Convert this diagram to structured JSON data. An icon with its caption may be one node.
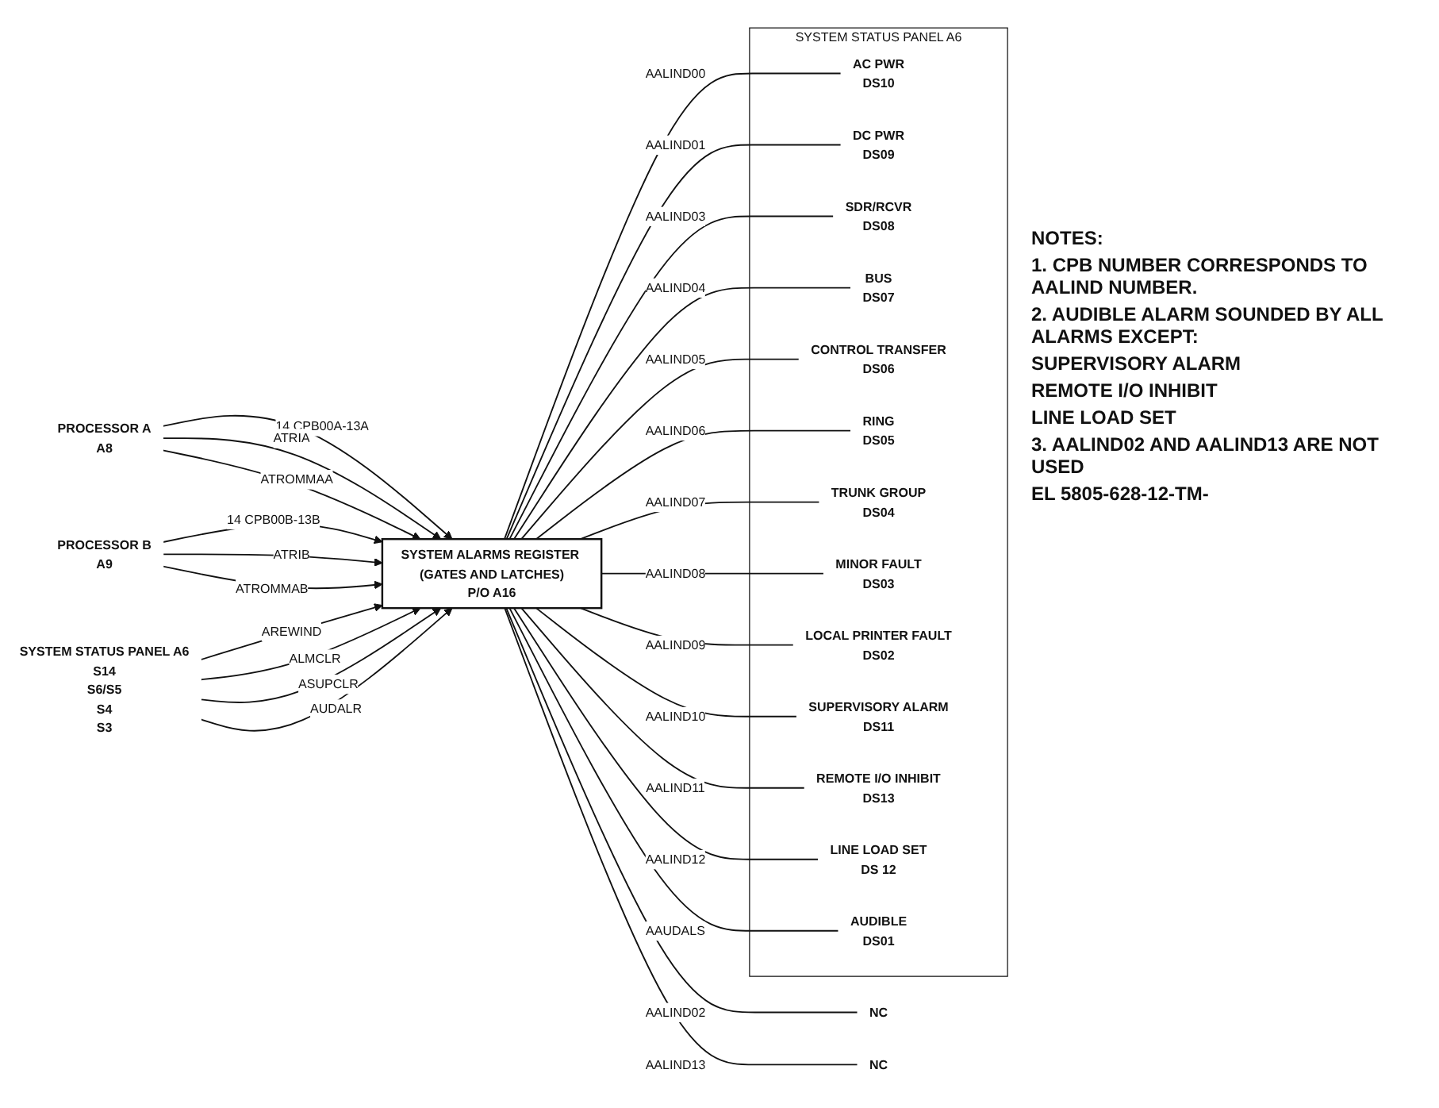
{
  "diagram": {
    "nodes": [
      {
        "text": [
          "PROCESSOR A",
          "A8"
        ]
      },
      {
        "text": [
          "PROCESSOR B",
          "A9"
        ]
      },
      {
        "text": [
          "SYSTEM STATUS PANEL A6",
          "S14",
          "S6/S5",
          "S4",
          "S3"
        ]
      },
      {
        "text": [
          "SYSTEM ALARMS REGISTER (GATES AND LATCHES)",
          "P/O A16"
        ]
      },
      {
        "text": [
          "SYSTEM STATUS PANEL A6"
        ]
      },
      {
        "text": [
          "AC PWR",
          "DS10"
        ],
        "in": 4
      },
      {
        "text": [
          "DC PWR",
          "DS09"
        ],
        "in": 4
      },
      {
        "text": [
          "NC"
        ]
      },
      {
        "text": [
          "SDR/RCVR",
          "DS08"
        ],
        "in": 4
      },
      {
        "text": [
          "BUS",
          "DS07"
        ],
        "in": 4
      },
      {
        "text": [
          "CONTROL TRANSFER",
          "DS06"
        ],
        "in": 4
      },
      {
        "text": [
          "RING",
          "DS05"
        ],
        "in": 4
      },
      {
        "text": [
          "TRUNK GROUP",
          "DS04"
        ],
        "in": 4
      },
      {
        "text": [
          "MINOR FAULT",
          "DS03"
        ],
        "in": 4
      },
      {
        "text": [
          "LOCAL PRINTER FAULT",
          "DS02"
        ],
        "in": 4
      },
      {
        "text": [
          "SUPERVISORY ALARM",
          "DS11"
        ],
        "in": 4
      },
      {
        "text": [
          "REMOTE I/O INHIBIT",
          "DS13"
        ],
        "in": 4
      },
      {
        "text": [
          "LINE LOAD SET",
          "DS 12"
        ],
        "in": 4
      },
      {
        "text": [
          "NC"
        ]
      },
      {
        "text": [
          "AUDIBLE",
          "DS01"
        ],
        "in": 4
      }
    ],
    "edges": [
      {
        "from": 0,
        "to": 3,
        "arrow": "to",
        "label": "14 CPB00A-13A"
      },
      {
        "from": 0,
        "to": 3,
        "arrow": "to",
        "label": "ATRIA"
      },
      {
        "from": 0,
        "to": 3,
        "arrow": "to",
        "label": "ATROMMAA"
      },
      {
        "from": 1,
        "to": 3,
        "arrow": "to",
        "label": "14 CPB00B-13B"
      },
      {
        "from": 1,
        "to": 3,
        "arrow": "to",
        "label": "ATRIB"
      },
      {
        "from": 1,
        "to": 3,
        "arrow": "to",
        "label": "ATROMMAB"
      },
      {
        "from": 2,
        "to": 3,
        "arrow": "to",
        "label": "AREWIND"
      },
      {
        "from": 2,
        "to": 3,
        "arrow": "to",
        "label": "ALMCLR"
      },
      {
        "from": 2,
        "to": 3,
        "arrow": "to",
        "label": "ASUPCLR"
      },
      {
        "from": 2,
        "to": 3,
        "arrow": "to",
        "label": "AUDALR"
      },
      {
        "from": 3,
        "to": 5,
        "arrow": "none",
        "label": "AALIND00"
      },
      {
        "from": 3,
        "to": 6,
        "arrow": "none",
        "label": "AALIND01"
      },
      {
        "from": 3,
        "to": 7,
        "arrow": "none",
        "label": "AALIND02"
      },
      {
        "from": 3,
        "to": 8,
        "arrow": "none",
        "label": "AALIND03"
      },
      {
        "from": 3,
        "to": 9,
        "arrow": "none",
        "label": "AALIND04"
      },
      {
        "from": 3,
        "to": 10,
        "arrow": "none",
        "label": "AALIND05"
      },
      {
        "from": 3,
        "to": 11,
        "arrow": "none",
        "label": "AALIND06"
      },
      {
        "from": 3,
        "to": 12,
        "arrow": "none",
        "label": "AALIND07"
      },
      {
        "from": 3,
        "to": 13,
        "arrow": "none",
        "label": "AALIND08"
      },
      {
        "from": 3,
        "to": 14,
        "arrow": "none",
        "label": "AALIND09"
      },
      {
        "from": 3,
        "to": 15,
        "arrow": "none",
        "label": "AALIND10"
      },
      {
        "from": 3,
        "to": 16,
        "arrow": "none",
        "label": "AALIND11"
      },
      {
        "from": 3,
        "to": 17,
        "arrow": "none",
        "label": "AALIND12"
      },
      {
        "from": 3,
        "to": 18,
        "arrow": "none",
        "label": "AALIND13"
      },
      {
        "from": 3,
        "to": 19,
        "arrow": "none",
        "label": "AAUDALS"
      }
    ],
    "labels": [
      "NOTES:",
      "1. CPB NUMBER CORRESPONDS TO AALIND NUMBER.",
      "2. AUDIBLE ALARM SOUNDED BY ALL ALARMS EXCEPT:",
      "SUPERVISORY ALARM",
      "REMOTE I/O INHIBIT",
      "LINE LOAD SET",
      "3. AALIND02 AND AALIND13 ARE NOT USED",
      "EL 5805-628-12-TM-"
    ]
  }
}
